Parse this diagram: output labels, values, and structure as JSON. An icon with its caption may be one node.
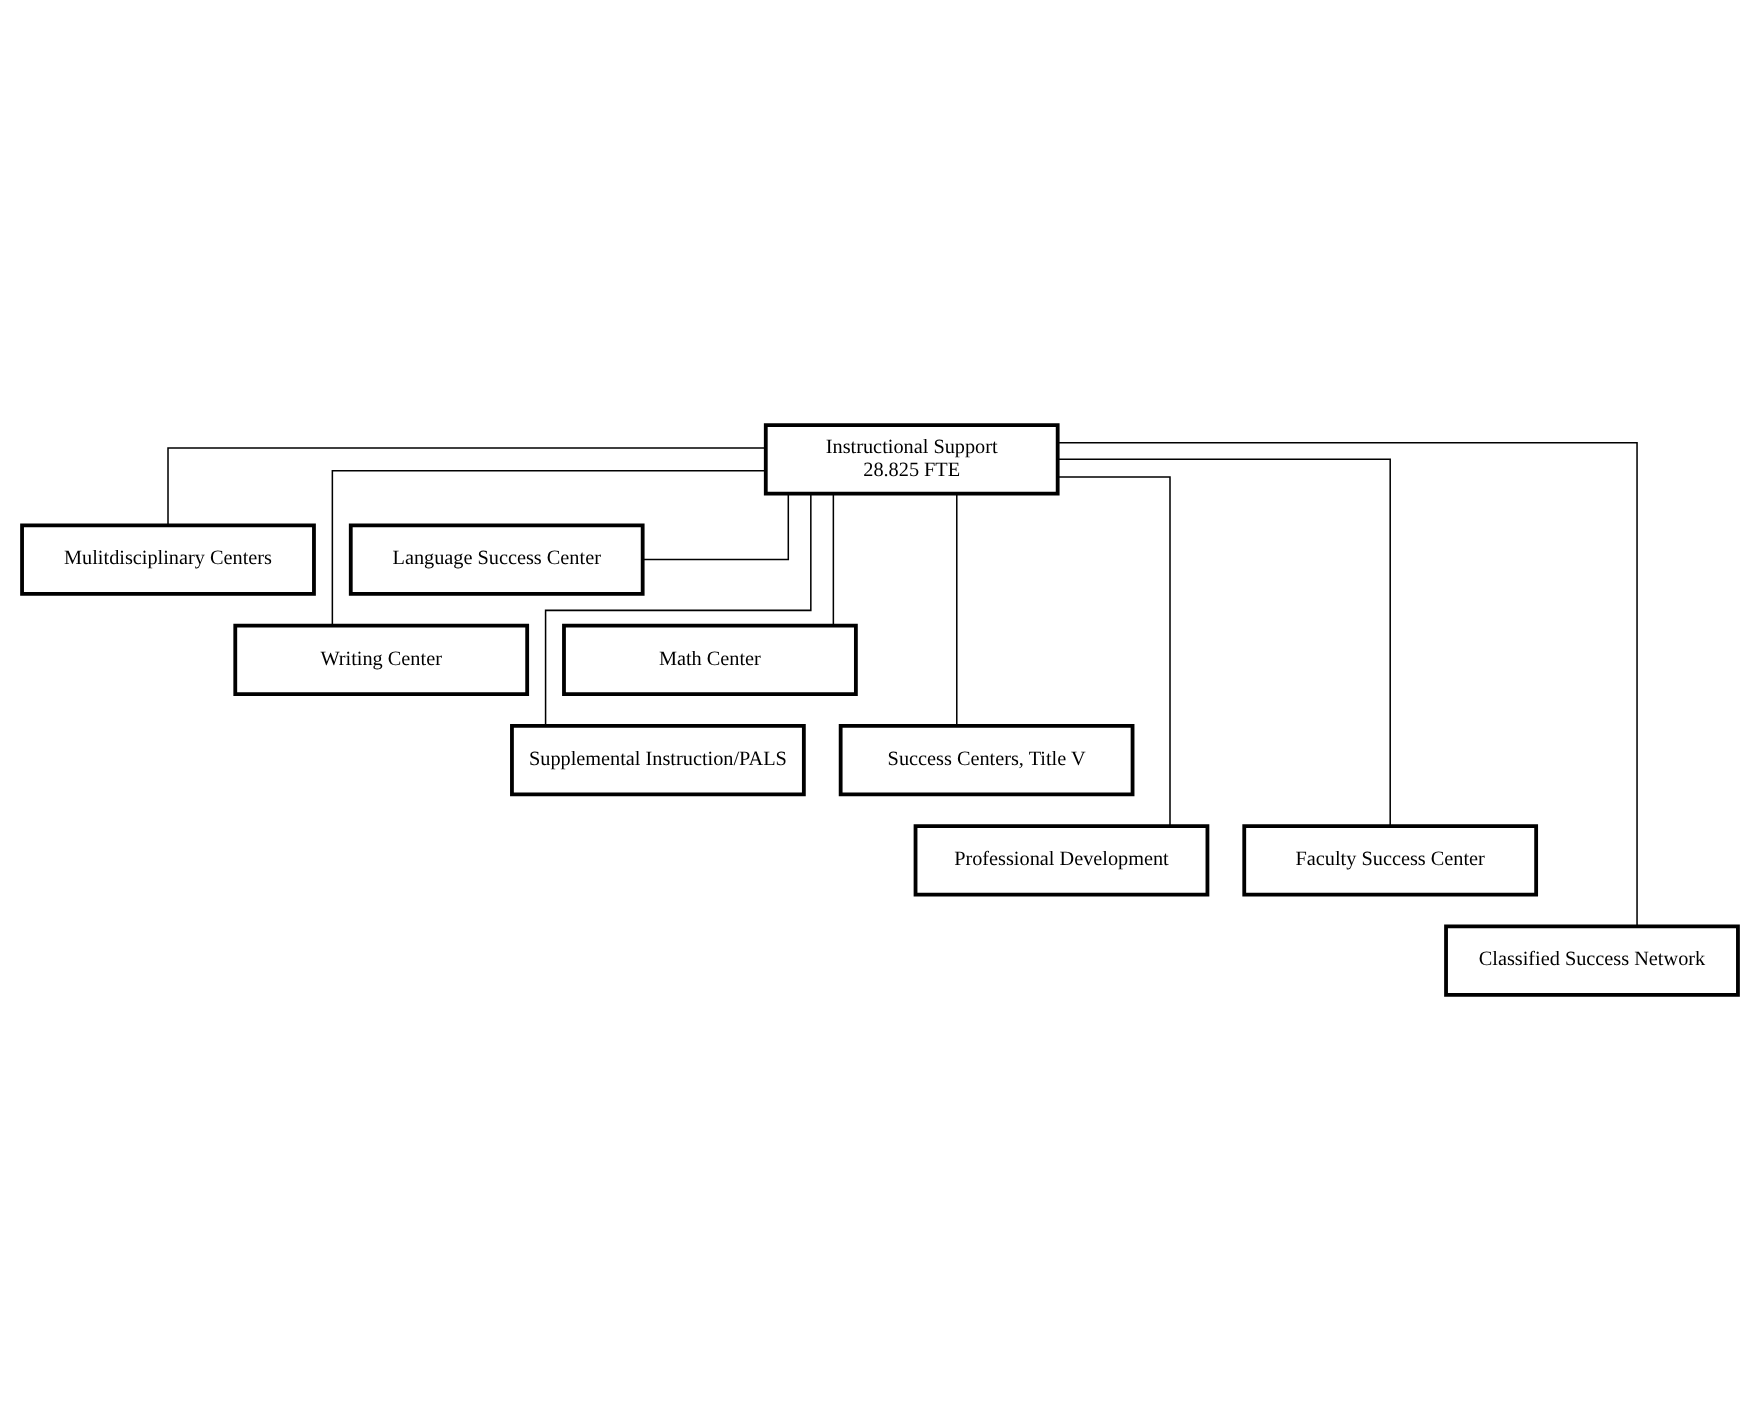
{
  "diagram": {
    "nodes": [
      {
        "text": [
          "Instructional Support",
          "28.825 FTE"
        ]
      },
      {
        "text": [
          "Mulitdisciplinary Centers"
        ]
      },
      {
        "text": [
          "Language Success Center"
        ]
      },
      {
        "text": [
          "Writing Center"
        ]
      },
      {
        "text": [
          "Math Center"
        ]
      },
      {
        "text": [
          "Supplemental Instruction/PALS"
        ]
      },
      {
        "text": [
          "Success Centers, Title V"
        ]
      },
      {
        "text": [
          "Professional Development"
        ]
      },
      {
        "text": [
          "Faculty Success Center"
        ]
      },
      {
        "text": [
          "Classified Success Network"
        ]
      }
    ],
    "edges": [
      {
        "from": 0,
        "to": 1,
        "arrow": "none"
      },
      {
        "from": 0,
        "to": 2,
        "arrow": "none"
      },
      {
        "from": 0,
        "to": 3,
        "arrow": "none"
      },
      {
        "from": 0,
        "to": 4,
        "arrow": "none"
      },
      {
        "from": 0,
        "to": 5,
        "arrow": "none"
      },
      {
        "from": 0,
        "to": 6,
        "arrow": "none"
      },
      {
        "from": 0,
        "to": 7,
        "arrow": "none"
      },
      {
        "from": 0,
        "to": 8,
        "arrow": "none"
      },
      {
        "from": 0,
        "to": 9,
        "arrow": "none"
      }
    ]
  }
}
